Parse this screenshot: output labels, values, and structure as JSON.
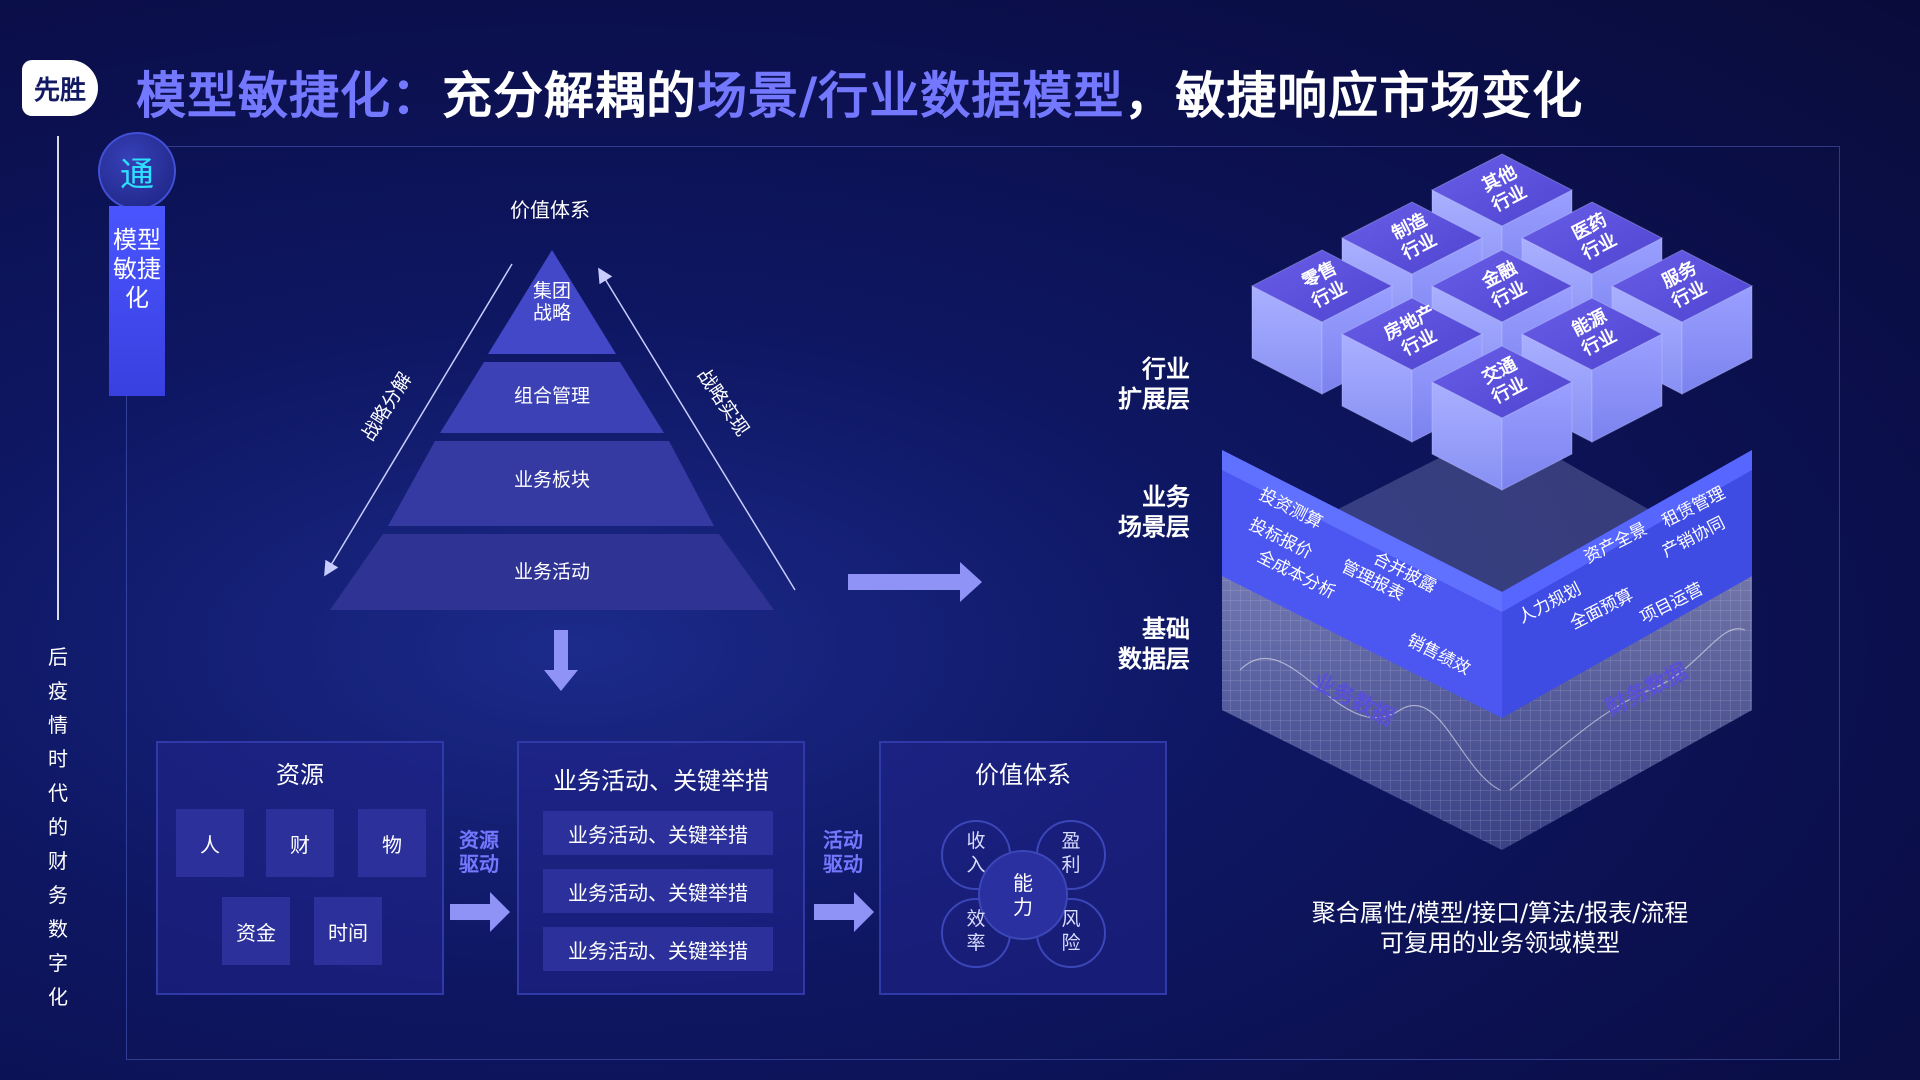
{
  "header": {
    "logo": "先胜",
    "title_part1": "模型敏捷化：",
    "title_part2": "充分解耦的",
    "title_part3": "场景/行业数据模型",
    "title_part4": "，敏捷响应市场变化"
  },
  "sidebar": {
    "vertical_text": "后疫情时代的财务数字化",
    "badge_char": "通",
    "badge_label": "模型敏捷化"
  },
  "pyramid": {
    "top_label": "价值体系",
    "levels": [
      "集团\n战略",
      "组合管理",
      "业务板块",
      "业务活动"
    ],
    "left_arrow": "战略分解",
    "right_arrow": "战略实现"
  },
  "resources": {
    "title": "资源",
    "items": [
      "人",
      "财",
      "物",
      "资金",
      "时间"
    ],
    "drive": "资源\n驱动"
  },
  "activities": {
    "title": "业务活动、关键举措",
    "items": [
      "业务活动、关键举措",
      "业务活动、关键举措",
      "业务活动、关键举措"
    ],
    "drive": "活动\n驱动"
  },
  "value": {
    "title": "价值体系",
    "center": "能\n力",
    "petals": [
      "收\n入",
      "盈\n利",
      "效\n率",
      "风\n险"
    ]
  },
  "cube": {
    "layers": [
      "行业\n扩展层",
      "业务\n场景层",
      "基础\n数据层"
    ],
    "industries": [
      "其他\n行业",
      "制造\n行业",
      "医药\n行业",
      "零售\n行业",
      "金融\n行业",
      "服务\n行业",
      "房地产\n行业",
      "能源\n行业",
      "交通\n行业"
    ],
    "left_scenes": [
      "投资测算",
      "投标报价",
      "全成本分析",
      "管理报表",
      "合并披露",
      "销售绩效"
    ],
    "right_scenes": [
      "租赁管理",
      "产销协同",
      "资产全景",
      "人力规划",
      "全面预算",
      "项目运营"
    ],
    "base_left": "业务数据",
    "base_right": "财务数据",
    "caption": "聚合属性/模型/接口/算法/报表/流程\n可复用的业务领域模型"
  },
  "colors": {
    "accent": "#7478ff",
    "badge_text": "#2de0ff",
    "background": "#0e1763"
  }
}
